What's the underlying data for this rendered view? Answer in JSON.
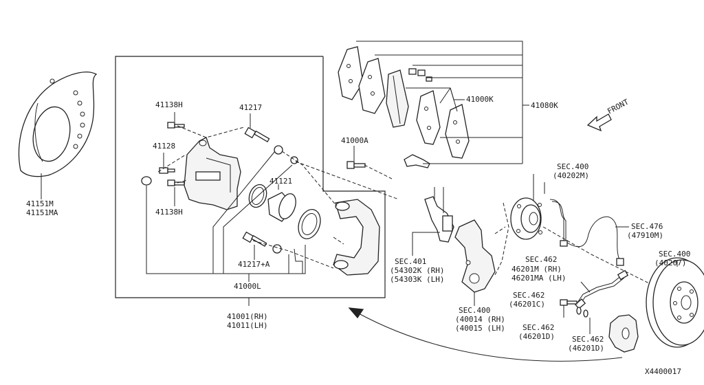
{
  "parts": {
    "p41138h_top": "41138H",
    "p41217": "41217",
    "p41128": "41128",
    "p41000a": "41000A",
    "p41121": "41121",
    "p41138h_bot": "41138H",
    "p41217a": "41217+A",
    "p41000l": "41000L",
    "p41001_rh": "41001(RH)",
    "p41011_lh": "41011(LH)",
    "p41151m": "41151M",
    "p41151ma": "41151MA",
    "p41000k": "41000K",
    "p41080k": "41080K",
    "front": "FRONT",
    "sec400_top": "SEC.400",
    "sec400_top_num": "(40202M)",
    "sec476": "SEC.476",
    "sec476_num": "(47910M)",
    "sec462_a": "SEC.462",
    "sec462_a_rh": "46201M (RH)",
    "sec462_a_lh": "46201MA (LH)",
    "sec401": "SEC.401",
    "sec401_rh": "(54302K (RH)",
    "sec401_lh": "(54303K (LH)",
    "sec462_b": "SEC.462",
    "sec462_b_num": "(46201C)",
    "sec400_mid": "SEC.400",
    "sec400_mid_rh": "(40014 (RH)",
    "sec400_mid_lh": "(40015 (LH)",
    "sec462_c": "SEC.462",
    "sec462_c_num": "(46201D)",
    "sec462_d": "SEC.462",
    "sec462_d_num": "(46201D)",
    "sec400_right": "SEC.400",
    "sec400_right_num": "(40207)",
    "diagram_id": "X4400017"
  }
}
